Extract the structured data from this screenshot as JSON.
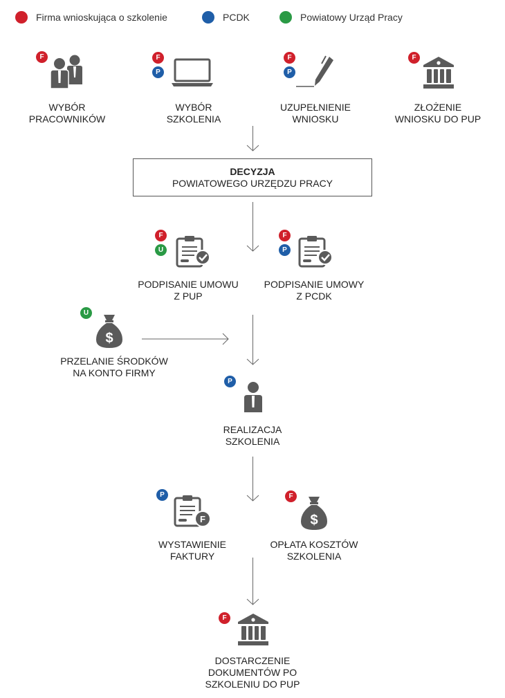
{
  "legend": [
    {
      "label": "Firma wnioskująca o szkolenie",
      "color": "#d0202b"
    },
    {
      "label": "PCDK",
      "color": "#1f5ea8"
    },
    {
      "label": "Powiatowy Urząd Pracy",
      "color": "#2a9a45"
    }
  ],
  "badges": {
    "f": "F",
    "p": "P",
    "u": "U"
  },
  "steps": {
    "wybor_pracownikow": "WYBÓR\nPRACOWNIKÓW",
    "wybor_szkolenia": "WYBÓR\nSZKOLENIA",
    "uzupelnienie_wniosku": "UZUPEŁNIENIE\nWNIOSKU",
    "zlozenie_wniosku": "ZŁOŻENIE\nWNIOSKU DO PUP",
    "podpisanie_pup": "PODPISANIE UMOWU\nZ PUP",
    "podpisanie_pcdk": "PODPISANIE UMOWY\nZ PCDK",
    "przelanie_srodkow": "PRZELANIE ŚRODKÓW\nNA KONTO FIRMY",
    "realizacja": "REALIZACJA\nSZKOLENIA",
    "wystawienie_faktury": "WYSTAWIENIE\nFAKTURY",
    "oplata_kosztow": "OPŁATA KOSZTÓW\nSZKOLENIA",
    "dostarczenie": "DOSTARCZENIE\nDOKUMENTÓW PO\nSZKOLENIU DO PUP"
  },
  "decision": {
    "title": "DECYZJA",
    "subtitle": "POWIATOWEGO URZĘDZU PRACY"
  },
  "icons": {
    "people": "people-icon",
    "laptop": "laptop-icon",
    "pen": "pen-icon",
    "bank": "bank-icon",
    "clipboard_check": "clipboard-check-icon",
    "money_bag": "money-bag-icon",
    "person": "person-icon",
    "clipboard_invoice": "clipboard-invoice-icon"
  }
}
